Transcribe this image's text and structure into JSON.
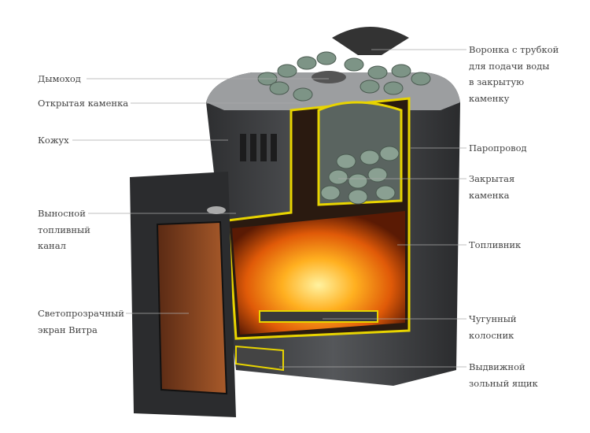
{
  "labels_left": {
    "chimney": "Дымоход",
    "open_heater": "Открытая каменка",
    "casing": [
      "Кожух"
    ],
    "fuel_channel": [
      "Выносной",
      "топливный",
      "канал"
    ],
    "glass_screen": [
      "Светопрозрачный",
      "экран Витра"
    ]
  },
  "labels_right": {
    "funnel": [
      "Воронка с трубкой",
      "для подачи воды",
      "в закрытую",
      "каменку"
    ],
    "steam_pipe": "Паропровод",
    "closed_heater": [
      "Закрытая",
      "каменка"
    ],
    "firebox": "Топливник",
    "grate": [
      "Чугунный",
      "колосник"
    ],
    "ash_drawer": [
      "Выдвижной",
      "зольный ящик"
    ]
  },
  "colors": {
    "accent": "#e8d400",
    "fire": "#f07a10",
    "body": "#3a3b3d",
    "stones": "#7d9486"
  }
}
